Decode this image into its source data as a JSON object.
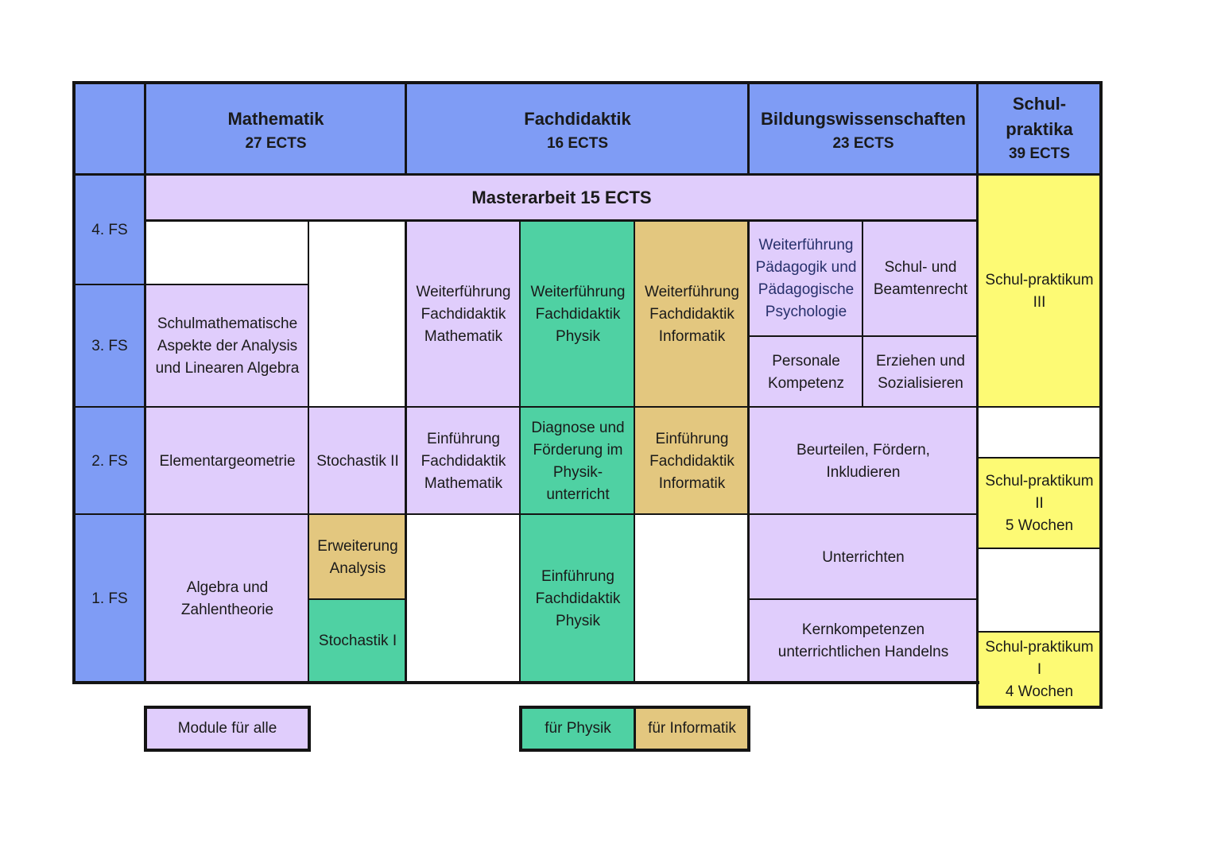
{
  "colors": {
    "header": "#7f9cf5",
    "module_all": "#e0cdfc",
    "physics": "#4fd1a3",
    "informatics": "#e3c77f",
    "school_practice": "#fdfa74",
    "border": "#141414"
  },
  "headers": {
    "mathematik": {
      "title": "Mathematik",
      "ects": "27 ECTS"
    },
    "fachdidaktik": {
      "title": "Fachdidaktik",
      "ects": "16 ECTS"
    },
    "bildung": {
      "title": "Bildungswissenschaften",
      "ects": "23 ECTS"
    },
    "praktika": {
      "title_1": "Schul-",
      "title_2": "praktika",
      "ects": "39 ECTS"
    }
  },
  "semesters": {
    "fs4": "4. FS",
    "fs3": "3. FS",
    "fs2": "2. FS",
    "fs1": "1. FS"
  },
  "thesis": "Masterarbeit 15 ECTS",
  "modules": {
    "schulmath": [
      "Schulmathematische",
      "Aspekte der Analysis",
      "und Linearen Algebra"
    ],
    "elementargeometrie": [
      "Elementargeometrie"
    ],
    "stochastik2": [
      "Stochastik II"
    ],
    "erweiterung_analysis": [
      "Erweiterung",
      "Analysis"
    ],
    "stochastik1": [
      "Stochastik I"
    ],
    "algebra": [
      "Algebra und",
      "Zahlentheorie"
    ],
    "wf_fd_math": [
      "Weiterführung",
      "Fachdidaktik",
      "Mathematik"
    ],
    "wf_fd_physik": [
      "Weiterführung",
      "Fachdidaktik",
      "Physik"
    ],
    "wf_fd_info": [
      "Weiterführung",
      "Fachdidaktik",
      "Informatik"
    ],
    "ef_fd_math": [
      "Einführung",
      "Fachdidaktik",
      "Mathematik"
    ],
    "diagnose": [
      "Diagnose und",
      "Förderung im",
      "Physik-",
      "unterricht"
    ],
    "ef_fd_info": [
      "Einführung",
      "Fachdidaktik",
      "Informatik"
    ],
    "ef_fd_physik": [
      "Einführung",
      "Fachdidaktik",
      "Physik"
    ],
    "wf_paed": [
      "Weiterführung",
      "Pädagogik und",
      "Pädagogische",
      "Psychologie"
    ],
    "schulrecht": [
      "Schul- und",
      "Beamtenrecht"
    ],
    "personale": [
      "Personale",
      "Kompetenz"
    ],
    "erziehen": [
      "Erziehen und",
      "Sozialisieren"
    ],
    "beurteilen": [
      "Beurteilen, Fördern,",
      "Inkludieren"
    ],
    "unterrichten": [
      "Unterrichten"
    ],
    "kernkompetenzen": [
      "Kernkompetenzen",
      "unterrichtlichen Handelns"
    ],
    "praktikum3": [
      "Schul-praktikum",
      "III"
    ],
    "praktikum2": [
      "Schul-praktikum",
      "II",
      "5 Wochen"
    ],
    "praktikum1": [
      "Schul-praktikum",
      "I",
      "4 Wochen"
    ]
  },
  "legend": {
    "all": "Module für alle",
    "physik": "für Physik",
    "informatik": "für Informatik"
  }
}
